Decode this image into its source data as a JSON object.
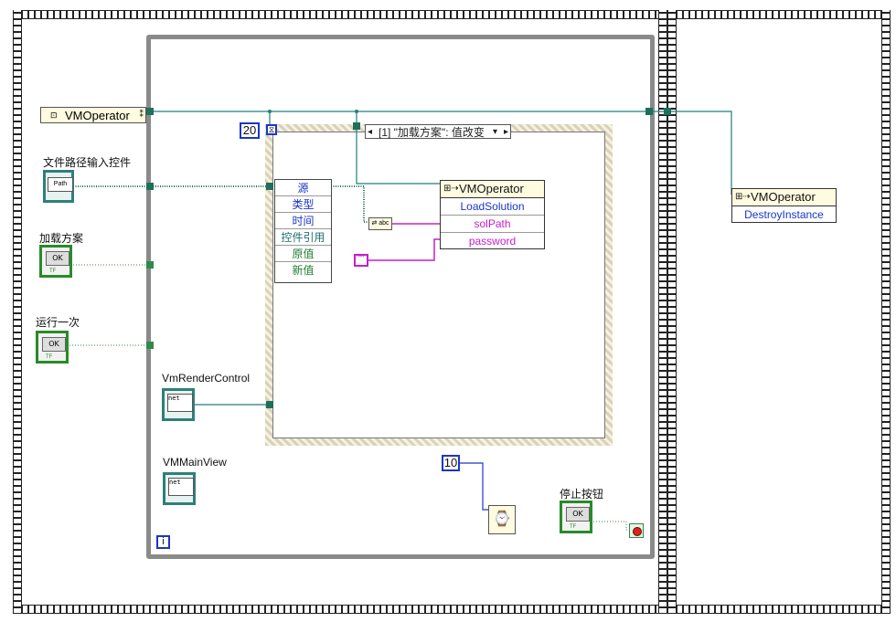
{
  "controls": {
    "vmoperator_constant": "VMOperator",
    "file_path_label": "文件路径输入控件",
    "file_path_icon_text": "Path",
    "load_solution_label": "加载方案",
    "run_once_label": "运行一次",
    "vm_render_control_label": "VmRenderControl",
    "vm_main_view_label": "VMMainView",
    "stop_button_label": "停止按钮",
    "bool_button_text": "OK",
    "bool_tf_text": "TF",
    "net_text": "net"
  },
  "event_structure": {
    "timeout_value": "20",
    "case_selector": "[1] \"加载方案\": 值改变",
    "event_data_items": [
      "源",
      "类型",
      "时间",
      "控件引用",
      "原值",
      "新值"
    ],
    "empty_string_constant": "\"\""
  },
  "invoke_node_load": {
    "class": "VMOperator",
    "method": "LoadSolution",
    "params": [
      "solPath",
      "password"
    ]
  },
  "invoke_node_destroy": {
    "class": "VMOperator",
    "method": "DestroyInstance"
  },
  "wait_constant": "10",
  "iteration_terminal": "i",
  "colors": {
    "refnum_wire": "#1f7f7f",
    "path_wire": "#2a6f5a",
    "bool_wire": "#2e8a4a",
    "string_wire": "#c81ec8",
    "numeric_border": "#1a35c8",
    "stop_terminal": "#d8261e"
  }
}
